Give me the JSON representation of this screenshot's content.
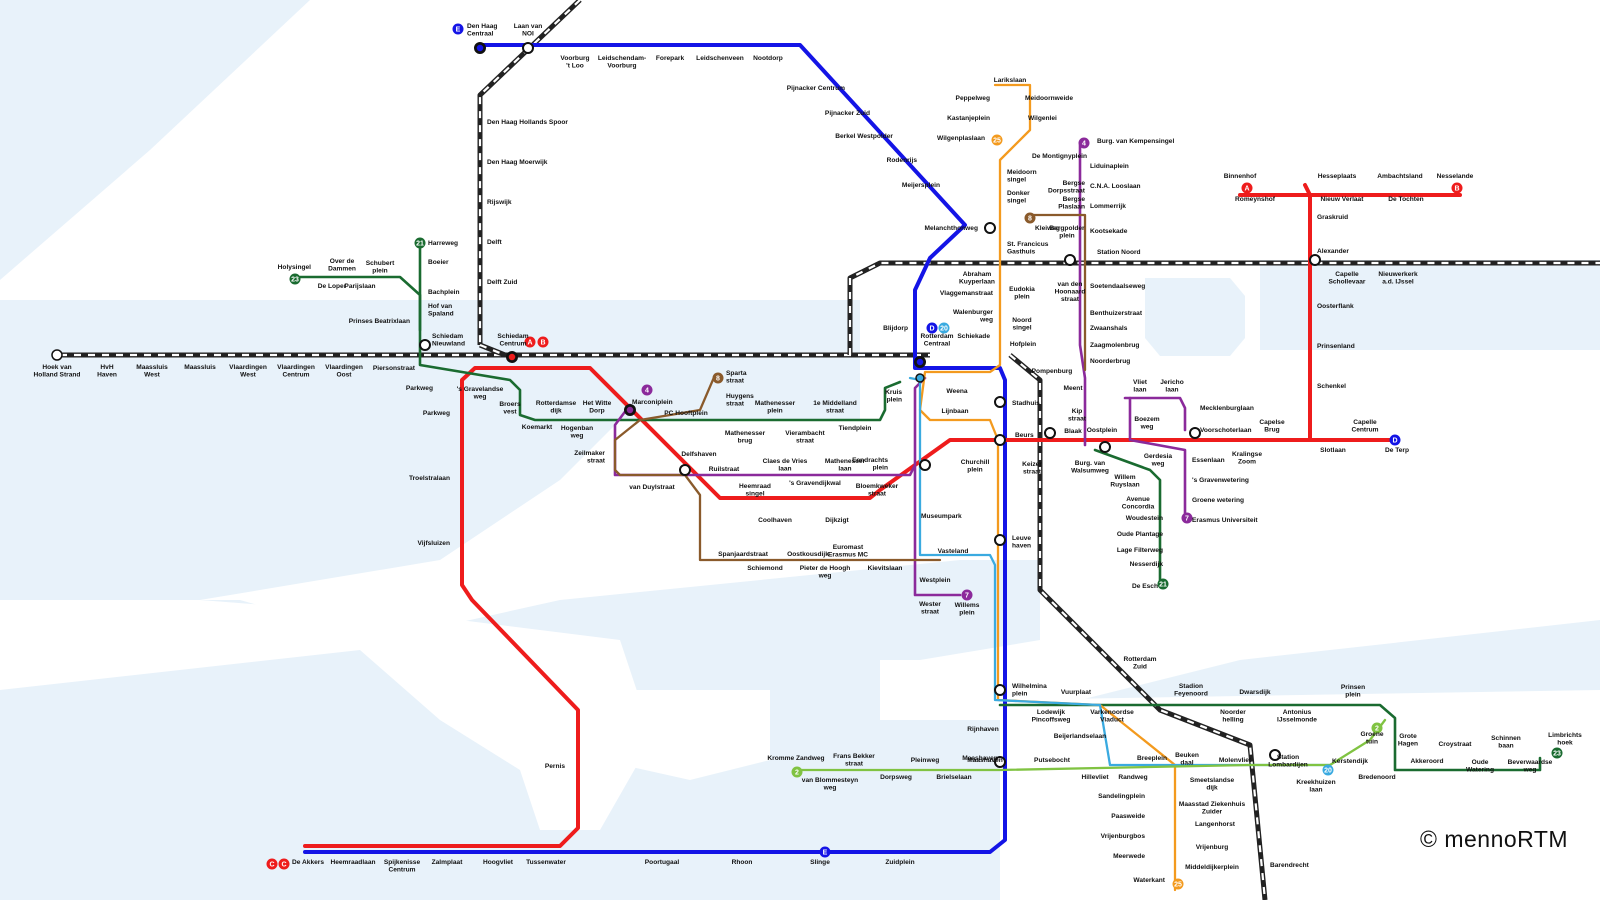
{
  "copyright": "© mennoRTM",
  "colors": {
    "water": "#e8f2fa",
    "land": "#ffffff",
    "line_A": "#ee1c1c",
    "line_E": "#1414e6",
    "tram_21_23": "#1a6b30",
    "tram_4_7": "#8b2a9b",
    "tram_8": "#8a5a2b",
    "tram_25": "#f39a1e",
    "tram_20": "#3aaae0",
    "tram_2": "#80c342",
    "rail": "#333333"
  },
  "badges": [
    {
      "text": "E",
      "color": "#1414e6"
    },
    {
      "text": "A",
      "color": "#ee1c1c"
    },
    {
      "text": "B",
      "color": "#ee1c1c"
    },
    {
      "text": "A",
      "color": "#ee1c1c"
    },
    {
      "text": "B",
      "color": "#ee1c1c"
    },
    {
      "text": "21",
      "color": "#1a6b30"
    },
    {
      "text": "23",
      "color": "#1a6b30"
    },
    {
      "text": "4",
      "color": "#8b2a9b"
    },
    {
      "text": "8",
      "color": "#8a5a2b"
    },
    {
      "text": "8",
      "color": "#8a5a2b"
    },
    {
      "text": "4",
      "color": "#8b2a9b"
    },
    {
      "text": "25",
      "color": "#f39a1e"
    },
    {
      "text": "D",
      "color": "#1414e6"
    },
    {
      "text": "20",
      "color": "#3aaae0"
    },
    {
      "text": "7",
      "color": "#8b2a9b"
    },
    {
      "text": "21",
      "color": "#1a6b30"
    },
    {
      "text": "7",
      "color": "#8b2a9b"
    },
    {
      "text": "2",
      "color": "#80c342"
    },
    {
      "text": "2",
      "color": "#80c342"
    },
    {
      "text": "20",
      "color": "#3aaae0"
    },
    {
      "text": "23",
      "color": "#1a6b30"
    },
    {
      "text": "25",
      "color": "#f39a1e"
    },
    {
      "text": "E",
      "color": "#1414e6"
    },
    {
      "text": "C",
      "color": "#ee1c1c"
    },
    {
      "text": "D",
      "color": "#1414e6"
    },
    {
      "text": "C",
      "color": "#ee1c1c"
    }
  ],
  "labels": [
    "Den Haag|Centraal",
    "Laan van|NOI",
    "Voorburg|'t Loo",
    "Leidschendam-|Voorburg",
    "Forepark",
    "Leidschenveen",
    "Nootdorp",
    "Pijnacker Centrum",
    "Pijnacker Zuid",
    "Berkel Westpolder",
    "Rodenrijs",
    "Meijersplein",
    "Melanchthonweg",
    "Den Haag Hollands Spoor",
    "Den Haag Moerwijk",
    "Rijswijk",
    "Delft",
    "Delft Zuid",
    "Harreweg",
    "Boeier",
    "Bachplein",
    "Hof van|Spaland",
    "Prinses Beatrixlaan",
    "Schiedam|Nieuwland",
    "Holysingel",
    "Over de|Dammen",
    "Schubert|plein",
    "De Loper",
    "Parijslaan",
    "Hoek van|Holland Strand",
    "HvH|Haven",
    "Maassluis|West",
    "Maassluis",
    "Vlaardingen|West",
    "Vlaardingen|Centrum",
    "Vlaardingen|Oost",
    "Piersonstraat",
    "Schiedam|Centrum",
    "Parkweg",
    "'s Gravelandse|weg",
    "Broers|vest",
    "Koemarkt",
    "Rotterdamse|dijk",
    "Hogenban|weg",
    "Het Witte|Dorp",
    "Marconiplein",
    "PC Hooftplein",
    "Sparta|straat",
    "Huygens|straat",
    "Mathenesser|plein",
    "1e Middelland|straat",
    "Mathenesser|brug",
    "Vierambacht|straat",
    "Tiendplein",
    "Kruis|plein",
    "Zeilmaker|straat",
    "Delfshaven",
    "van Duylstraat",
    "Ruilstraat",
    "Claes de Vries|laan",
    "Mathenesser|laan",
    "Heemraad|singel",
    "'s Gravendijkwal",
    "Bloemkweker|straat",
    "Eendrachts|plein",
    "Coolhaven",
    "Dijkzigt",
    "Spanjaardstraat",
    "Oostkousdijk",
    "Euromast|Erasmus MC",
    "Schiemond",
    "Pieter de Hoogh|weg",
    "Kievitslaan",
    "Museumpark",
    "Vasteland",
    "Westplein",
    "Wester|straat",
    "Willems|plein",
    "Parkweg",
    "Troelstralaan",
    "Vijfsluizen",
    "Pernis",
    "De Akkers",
    "Heemraadlaan",
    "Spijkenisse|Centrum",
    "Zalmplaat",
    "Hoogvliet",
    "Tussenwater",
    "Poortugaal",
    "Rhoon",
    "Slinge",
    "Zuidplein",
    "Blijdorp",
    "Rotterdam|Centraal",
    "Weena",
    "Stadhuis",
    "Lijnbaan",
    "Beurs",
    "Churchill|plein",
    "Leuve|haven",
    "Wilhelmina|plein",
    "Rijnhaven",
    "Maashaven",
    "Larikslaan",
    "Peppelweg",
    "Meidoornweide",
    "Kastanjeplein",
    "Wilgenlei",
    "Wilgenplaslaan",
    "Meidoorn|singel",
    "Donker|singel",
    "St. Francicus|Gasthuis",
    "Abraham|Kuyperlaan",
    "Vlaggemanstraat",
    "Walenburger|weg",
    "Schiekade",
    "Eudokia|plein",
    "Noord|singel",
    "Hofplein",
    "Burg. van Kempensingel",
    "De Montignyplein",
    "Liduinaplein",
    "Bergse|Dorpsstraat",
    "C.N.A. Looslaan",
    "Bergse|Plaslaan",
    "Lommerrijk",
    "Kleiweg",
    "Bergpolder|plein",
    "Kootsekade",
    "Station Noord",
    "van den|Hoonaard|straat",
    "Soetendaalseweg",
    "Benthuizerstraat",
    "Zwaanshals",
    "Zaagmolenbrug",
    "Noorderbrug",
    "Pompenburg",
    "Meent",
    "Kip|straat",
    "Blaak",
    "Burg. van|Walsumweg",
    "Oostplein",
    "Vliet|laan",
    "Jericho|laan",
    "Boezem|weg",
    "Mecklenburglaan",
    "Voorschoterlaan",
    "Gerdesia|weg",
    "Essenlaan",
    "'s Gravenwetering",
    "Groene wetering",
    "Erasmus Universiteit",
    "Keizer|straat",
    "Willem|Ruyslaan",
    "Avenue|Concordia",
    "Woudestein",
    "Oude Plantage",
    "Lage Filterweg",
    "Nesserdijk",
    "De Esch",
    "Binnenhof",
    "Romeynshof",
    "Hesseplaats",
    "Nieuw Verlaat",
    "Ambachtsland",
    "De Tochten",
    "Nesselande",
    "Graskruid",
    "Alexander",
    "Capelle|Schollevaar",
    "Nieuwerkerk|a.d. IJssel",
    "Oosterflank",
    "Prinsenland",
    "Schenkel",
    "Capelse|Brug",
    "Kralingse|Zoom",
    "Capelle|Centrum",
    "Slotlaan",
    "De Terp",
    "Rotterdam|Zuid",
    "Stadion|Feyenoord",
    "Dwarsdijk",
    "Prinsen|plein",
    "Vuurplaat",
    "Lodewijk|Pincoffsweg",
    "Varkenoordse|Viaduct",
    "Noorder|helling",
    "Antonius|IJsselmonde",
    "Beijerlandselaan",
    "Groene|tuin",
    "Grote|Hagen",
    "Akkeroord",
    "Croystraat",
    "Oude|Watering",
    "Schinnen|baan",
    "Beverwaardse|weg",
    "Limbrichts|hoek",
    "Breeplein",
    "Beuken|daal",
    "Molenvliet",
    "Station|Lombardijen",
    "Kerstendijk",
    "Bredenoord",
    "Kreekhuizen|laan",
    "Kromme Zandweg",
    "Frans Bekker|straat",
    "Pleinweg",
    "Maashaven",
    "Putsebocht",
    "van Blommesteyn|weg",
    "Dorpsweg",
    "Brielselaan",
    "Randweg",
    "Hillevliet",
    "Smeetslandse|dijk",
    "Sandelingplein",
    "Maasstad Ziekenhuis|Zuider",
    "Paasweide",
    "Langenhorst",
    "Vrijenburgbos",
    "Vrijenburg",
    "Meerwede",
    "Middeldijkerplein",
    "Waterkant",
    "Barendrecht"
  ]
}
